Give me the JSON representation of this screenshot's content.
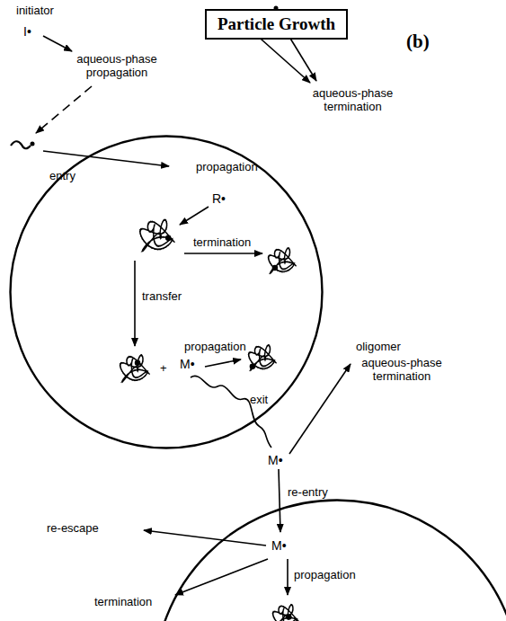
{
  "diagram": {
    "title": "Particle Growth",
    "nodes": [
      {
        "text": [
          "R•",
          "propagation",
          "termination",
          "transfer",
          "+",
          "M•",
          "propagation",
          "exit"
        ]
      },
      {
        "text": [
          "M•",
          "propagation"
        ]
      }
    ],
    "labels": [
      "initiator",
      "I•",
      "(b)",
      "aqueous-phase propagation",
      "aqueous-phase termination",
      "entry",
      "M•",
      "oligomer",
      "aqueous-phase termination",
      "re-entry",
      "re-escape",
      "termination"
    ]
  }
}
